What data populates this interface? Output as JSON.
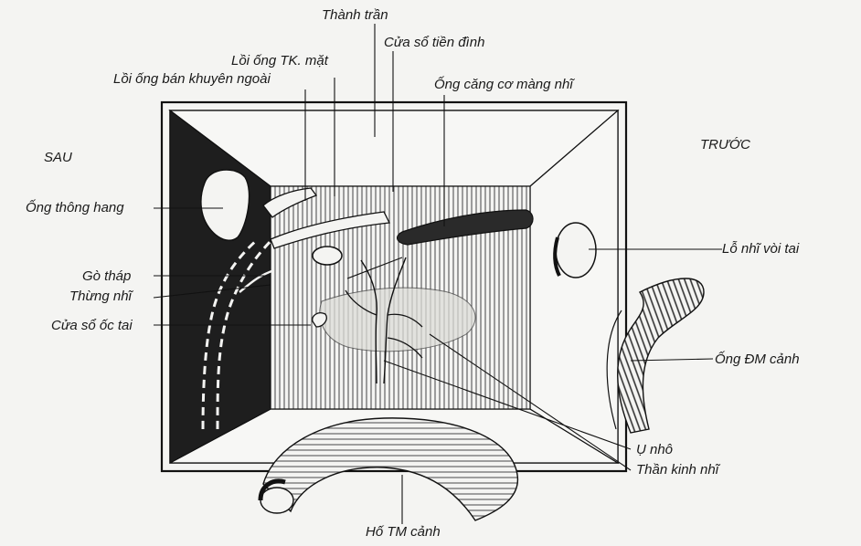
{
  "orientation": {
    "back": "SAU",
    "front": "TRƯỚC"
  },
  "labels": {
    "thanh_tran": "Thành trần",
    "cua_so_tien_dinh": "Cửa sổ tiền đình",
    "loi_ong_tk_mat": "Lồi ống TK. mặt",
    "loi_ong_ban_khuyen": "Lồi ống bán khuyên ngoài",
    "ong_cang_co": "Ống căng cơ màng nhĩ",
    "ong_thong_hang": "Ống thông hang",
    "go_thap": "Gò tháp",
    "thung_nhi": "Thừng nhĩ",
    "cua_so_oc_tai": "Cửa sổ ốc tai",
    "lo_nhi_voi_tai": "Lỗ nhĩ vòi tai",
    "ong_dm_canh": "Ống ĐM cảnh",
    "u_nho": "Ụ nhô",
    "than_kinh_nhi": "Thần kinh nhĩ",
    "ho_tm_canh": "Hố TM cảnh"
  }
}
